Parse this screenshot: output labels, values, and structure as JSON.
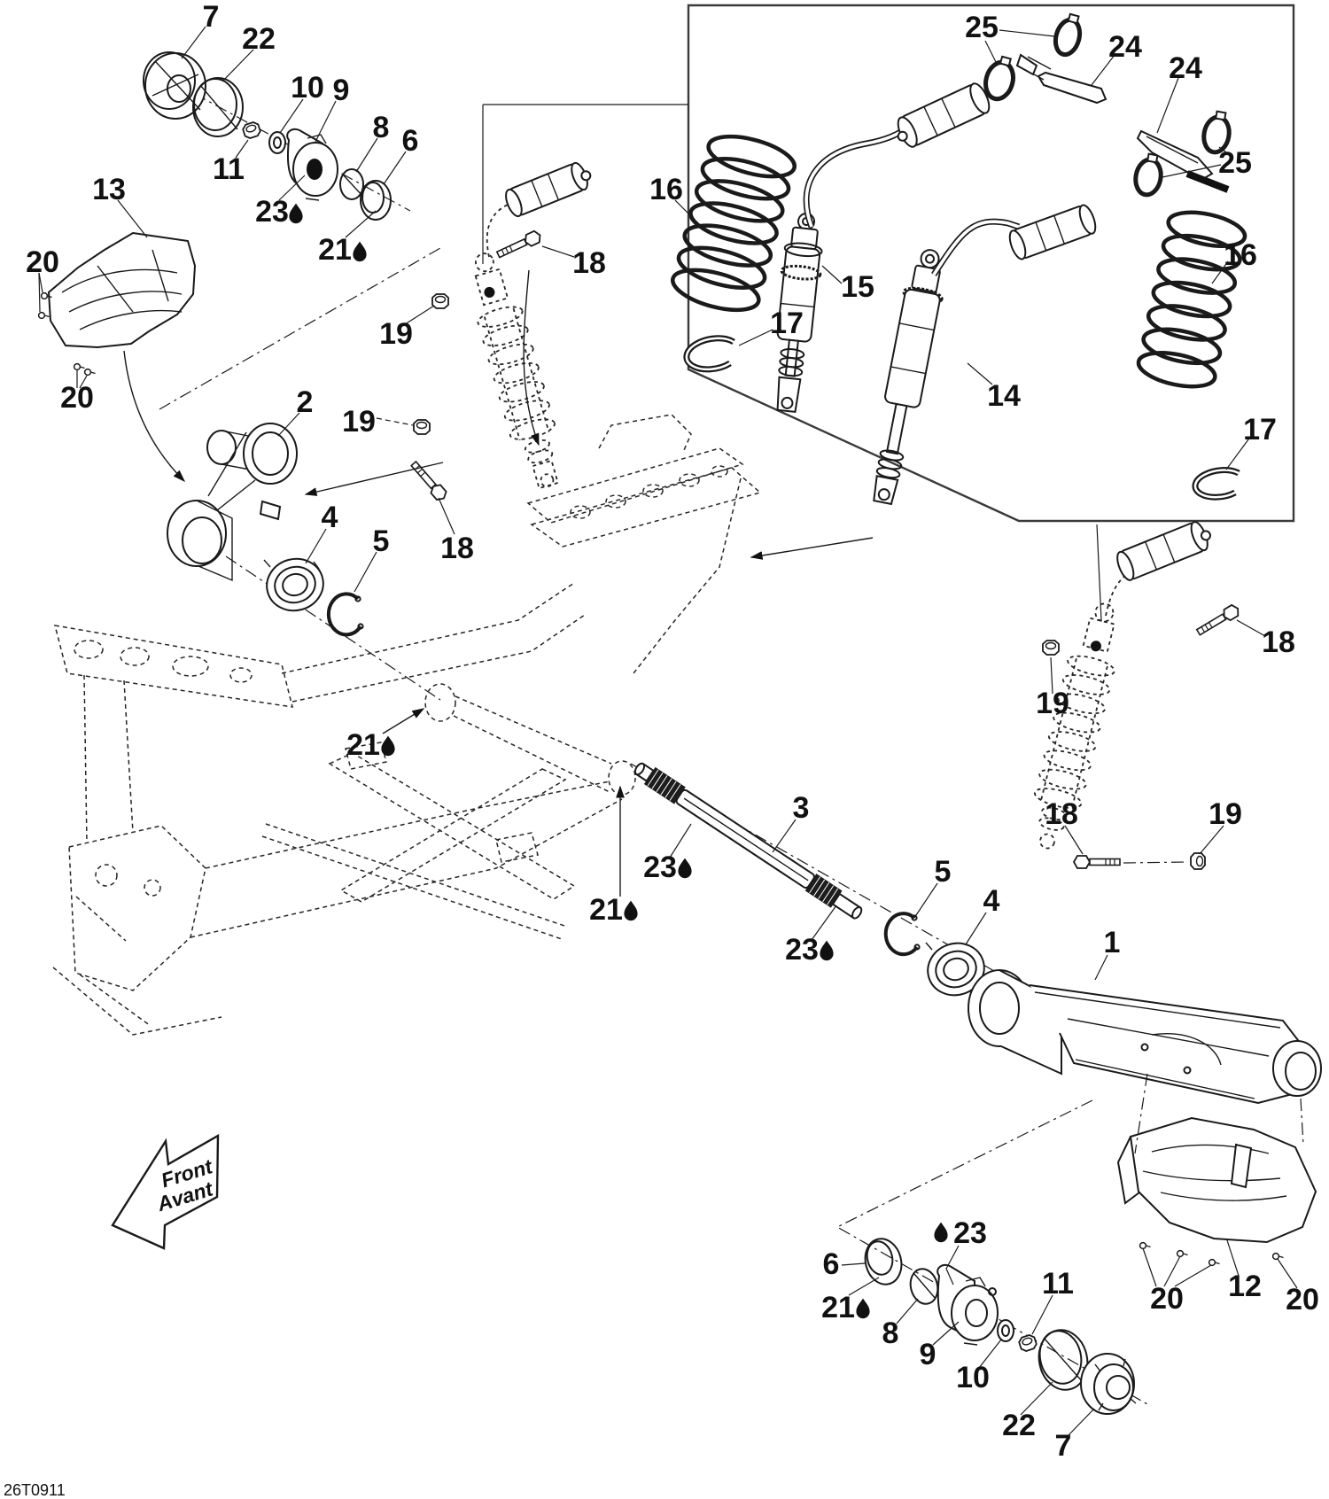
{
  "meta": {
    "title_hint": "ATV rear suspension exploded parts diagram"
  },
  "colors": {
    "ink": "#111111",
    "background": "#ffffff"
  },
  "footer": {
    "code": "26T0911"
  },
  "arrow": {
    "line1": "Front",
    "line2": "Avant"
  },
  "icons": [
    "oil-drop-icon",
    "direction-arrow-icon"
  ],
  "callouts": [
    {
      "label": "7"
    },
    {
      "label": "22"
    },
    {
      "label": "10"
    },
    {
      "label": "9"
    },
    {
      "label": "8"
    },
    {
      "label": "6"
    },
    {
      "label": "11"
    },
    {
      "label": "23",
      "oil": true
    },
    {
      "label": "21",
      "oil": true
    },
    {
      "label": "13"
    },
    {
      "label": "20"
    },
    {
      "label": "20"
    },
    {
      "label": "19"
    },
    {
      "label": "18"
    },
    {
      "label": "19"
    },
    {
      "label": "2"
    },
    {
      "label": "4"
    },
    {
      "label": "5"
    },
    {
      "label": "18"
    },
    {
      "label": "16"
    },
    {
      "label": "17"
    },
    {
      "label": "15"
    },
    {
      "label": "14"
    },
    {
      "label": "16"
    },
    {
      "label": "17"
    },
    {
      "label": "25"
    },
    {
      "label": "24"
    },
    {
      "label": "24"
    },
    {
      "label": "25"
    },
    {
      "label": "21",
      "oil": true
    },
    {
      "label": "21",
      "oil": true
    },
    {
      "label": "23",
      "oil": true
    },
    {
      "label": "3"
    },
    {
      "label": "23",
      "oil": true
    },
    {
      "label": "5"
    },
    {
      "label": "4"
    },
    {
      "label": "1"
    },
    {
      "label": "18"
    },
    {
      "label": "19"
    },
    {
      "label": "18"
    },
    {
      "label": "19"
    },
    {
      "label": "11"
    },
    {
      "label": "23",
      "oil": true
    },
    {
      "label": "6"
    },
    {
      "label": "21",
      "oil": true
    },
    {
      "label": "8"
    },
    {
      "label": "9"
    },
    {
      "label": "10"
    },
    {
      "label": "22"
    },
    {
      "label": "7"
    },
    {
      "label": "12"
    },
    {
      "label": "20"
    },
    {
      "label": "20"
    }
  ]
}
